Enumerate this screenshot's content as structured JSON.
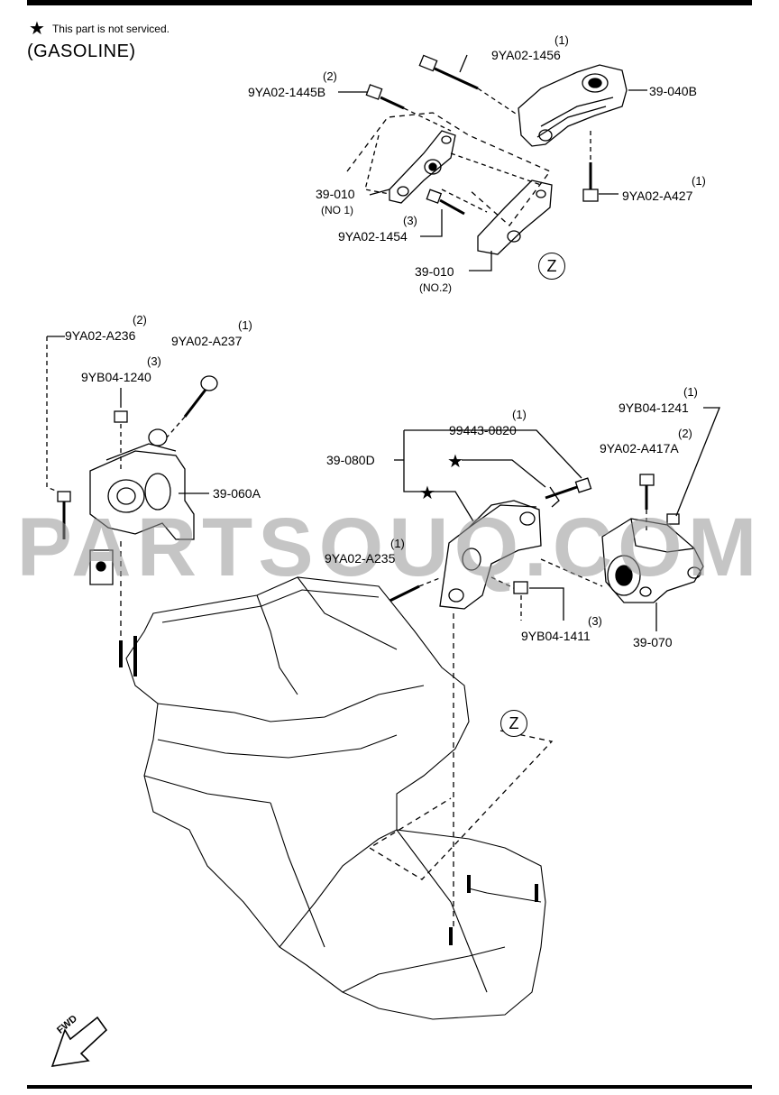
{
  "header": {
    "star_glyph": "★",
    "note": "This part is not serviced.",
    "variant": "(GASOLINE)"
  },
  "watermark": "PARTSOUQ.COM",
  "callouts": {
    "c1456": {
      "part": "9YA02-1456",
      "qty": "(1)"
    },
    "c1445b": {
      "part": "9YA02-1445B",
      "qty": "(2)"
    },
    "c040b": {
      "part": "39-040B"
    },
    "c010a": {
      "part": "39-010",
      "sub": "(NO 1)"
    },
    "ca427": {
      "part": "9YA02-A427",
      "qty": "(1)"
    },
    "c1454": {
      "part": "9YA02-1454",
      "qty": "(3)"
    },
    "c010b": {
      "part": "39-010",
      "sub": "(NO.2)"
    },
    "ca236": {
      "part": "9YA02-A236",
      "qty": "(2)"
    },
    "ca237": {
      "part": "9YA02-A237",
      "qty": "(1)"
    },
    "c1240": {
      "part": "9YB04-1240",
      "qty": "(3)"
    },
    "c060a": {
      "part": "39-060A"
    },
    "c1241": {
      "part": "9YB04-1241",
      "qty": "(1)"
    },
    "c0820": {
      "part": "99443-0820",
      "qty": "(1)"
    },
    "ca417a": {
      "part": "9YA02-A417A",
      "qty": "(2)"
    },
    "c080d": {
      "part": "39-080D"
    },
    "ca235": {
      "part": "9YA02-A235",
      "qty": "(1)"
    },
    "c1411": {
      "part": "9YB04-1411",
      "qty": "(3)"
    },
    "c070": {
      "part": "39-070"
    }
  },
  "view_marks": {
    "upper": "Z",
    "lower": "Z"
  },
  "fwd_label": "FWD"
}
